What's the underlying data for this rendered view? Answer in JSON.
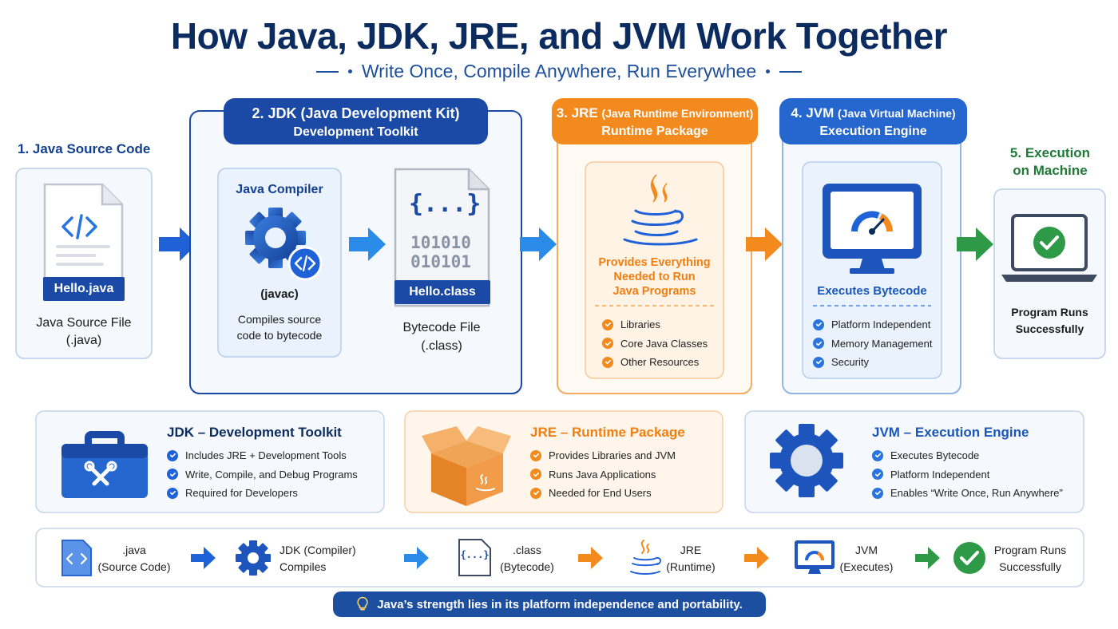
{
  "header": {
    "title": "How Java, JDK, JRE, and JVM Work Together",
    "subtitle": "Write Once, Compile Anywhere, Run Everywhee"
  },
  "steps": {
    "source": {
      "heading": "1. Java Source Code",
      "file_label": "Hello.java",
      "caption_line1": "Java Source File",
      "caption_line2": "(.java)"
    },
    "jdk": {
      "title_main": "2. JDK",
      "title_sub": "(Java Development Kit)",
      "subtitle": "Development Toolkit",
      "compiler_title": "Java Compiler",
      "compiler_cmd": "(javac)",
      "compiler_desc_line1": "Compiles source",
      "compiler_desc_line2": "code to bytecode",
      "bytecode_braces": "{...}",
      "bytecode_bits_line1": "101010",
      "bytecode_bits_line2": "010101",
      "bytecode_file_label": "Hello.class",
      "bytecode_caption_line1": "Bytecode File",
      "bytecode_caption_line2": "(.class)"
    },
    "jre": {
      "title_main": "3. JRE",
      "title_sub": "(Java Runtime Environment)",
      "subtitle": "Runtime Package",
      "desc_line1": "Provides Everything",
      "desc_line2": "Needed to Run",
      "desc_line3": "Java Programs",
      "items": [
        "Libraries",
        "Core Java Classes",
        "Other Resources"
      ]
    },
    "jvm": {
      "title_main": "4. JVM",
      "title_sub": "(Java Virtual Machine)",
      "subtitle": "Execution Engine",
      "desc": "Executes Bytecode",
      "items": [
        "Platform Independent",
        "Memory Management",
        "Security"
      ]
    },
    "execution": {
      "heading_line1": "5. Execution",
      "heading_line2": "on Machine",
      "caption_line1": "Program Runs",
      "caption_line2": "Successfully"
    }
  },
  "summary": {
    "jdk": {
      "title": "JDK – Development Toolkit",
      "items": [
        "Includes JRE + Development Tools",
        "Write, Compile, and Debug Programs",
        "Required for Developers"
      ]
    },
    "jre": {
      "title": "JRE – Runtime Package",
      "items": [
        "Provides Libraries and JVM",
        "Runs Java Applications",
        "Needed for End Users"
      ]
    },
    "jvm": {
      "title": "JVM – Execution Engine",
      "items": [
        "Executes Bytecode",
        "Platform Independent",
        "Enables “Write Once, Run Anywhere”"
      ]
    }
  },
  "flow": {
    "java": {
      "line1": ".java",
      "line2": "(Source Code)"
    },
    "jdk": {
      "line1": "JDK (Compiler)",
      "line2": "Compiles"
    },
    "class": {
      "line1": ".class",
      "line2": "(Bytecode)",
      "icon_text": "{...}"
    },
    "jre": {
      "line1": "JRE",
      "line2": "(Runtime)"
    },
    "jvm": {
      "line1": "JVM",
      "line2": "(Executes)"
    },
    "run": {
      "line1": "Program Runs",
      "line2": "Successfully"
    }
  },
  "tip": "Java’s strength lies in its platform independence and portability.",
  "colors": {
    "navy": "#0c2b5e",
    "blue": "#1a56b8",
    "orange": "#f28a1e",
    "green": "#2e9a48",
    "light_blue_bg": "#f3f7fd",
    "light_orange_bg": "#fff5eb"
  }
}
